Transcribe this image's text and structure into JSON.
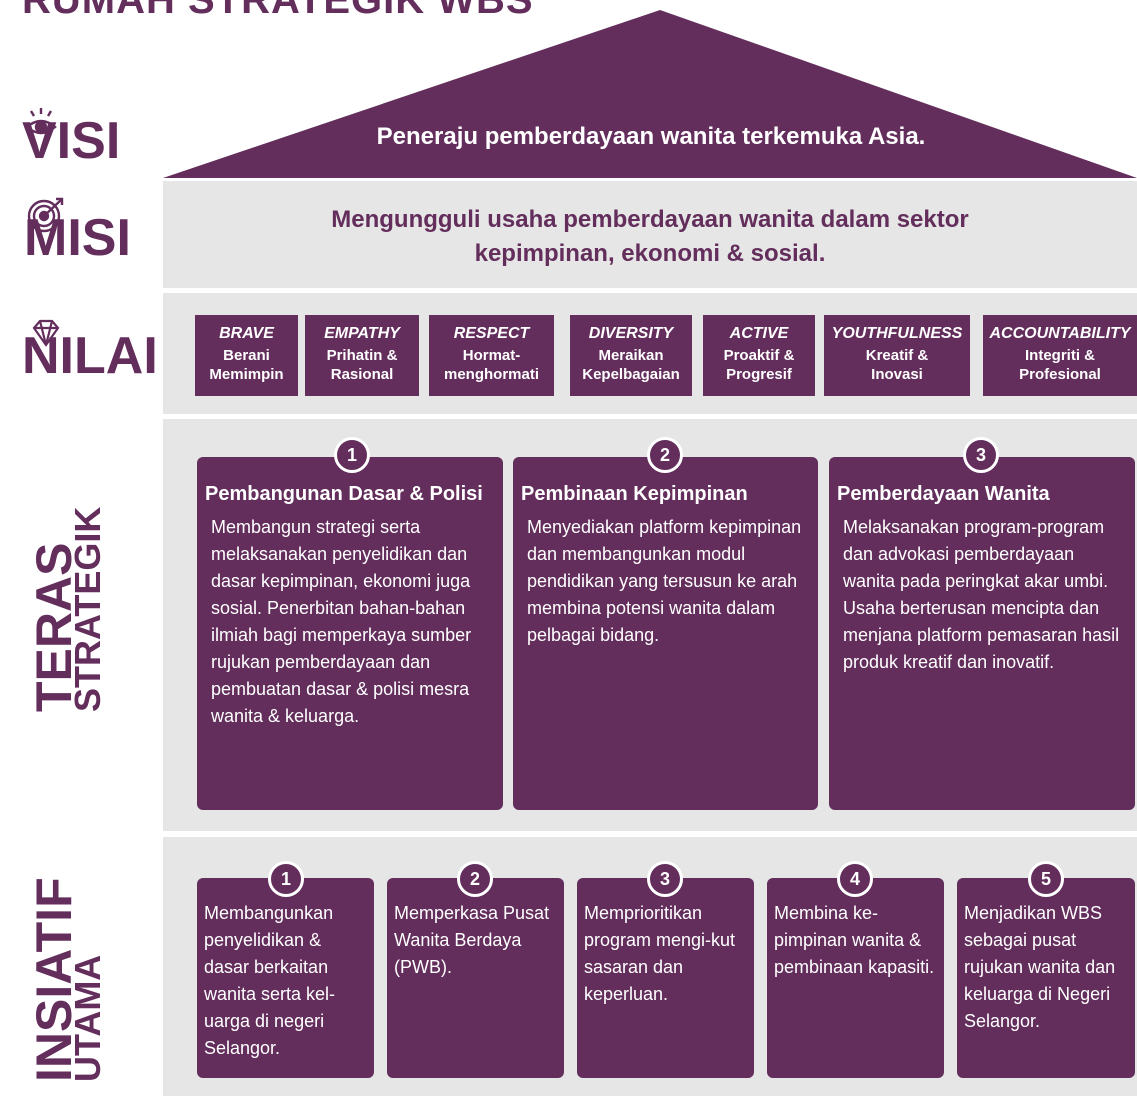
{
  "header": {
    "title": "RUMAH STRATEGIK WBS"
  },
  "visi": {
    "label": "VISI",
    "text": "Peneraju pemberdayaan wanita terkemuka Asia."
  },
  "misi": {
    "label": "MISI",
    "line1": "Mengungguli usaha pemberdayaan wanita dalam sektor",
    "line2": "kepimpinan, ekonomi & sosial."
  },
  "nilai": {
    "label": "NILAI",
    "items": [
      {
        "en": "BRAVE",
        "ms": "Berani\nMemimpin"
      },
      {
        "en": "EMPATHY",
        "ms": "Prihatin &\nRasional"
      },
      {
        "en": "RESPECT",
        "ms": "Hormat-\nmenghormati"
      },
      {
        "en": "DIVERSITY",
        "ms": "Meraikan\nKepelbagaian"
      },
      {
        "en": "ACTIVE",
        "ms": "Proaktif &\nProgresif"
      },
      {
        "en": "YOUTHFULNESS",
        "ms": "Kreatif &\nInovasi"
      },
      {
        "en": "ACCOUNTABILITY",
        "ms": "Integriti &\nProfesional"
      }
    ]
  },
  "teras": {
    "label_big": "TERAS",
    "label_small": "STRATEGIK",
    "items": [
      {
        "num": "1",
        "title": "Pembangunan Dasar & Polisi",
        "body": "Membangun strategi serta melaksanakan penyelidikan dan dasar kepimpinan, ekonomi juga sosial. Penerbitan bahan-bahan ilmiah bagi memperkaya sumber rujukan pemberdayaan dan pembuatan dasar & polisi mesra wanita & keluarga."
      },
      {
        "num": "2",
        "title": "Pembinaan Kepimpinan",
        "body": "Menyediakan platform kepimpinan dan membangunkan modul pendidikan yang tersusun ke arah membina potensi wanita dalam pelbagai bidang."
      },
      {
        "num": "3",
        "title": "Pemberdayaan Wanita",
        "body": "Melaksanakan program-program dan advokasi pemberdayaan wanita pada peringkat akar umbi. Usaha berterusan mencipta dan menjana platform pemasaran hasil produk kreatif dan inovatif."
      }
    ]
  },
  "insiatif": {
    "label_big": "INSIATIF",
    "label_small": "UTAMA",
    "items": [
      {
        "num": "1",
        "body": "Membangunkan penyelidikan & dasar berkaitan wanita serta kel-uarga di negeri Selangor."
      },
      {
        "num": "2",
        "body": "Memperkasa Pusat Wanita Berdaya (PWB)."
      },
      {
        "num": "3",
        "body": "Memprioritikan program mengi-kut sasaran dan keperluan."
      },
      {
        "num": "4",
        "body": "Membina ke-pimpinan wanita & pembinaan kapasiti."
      },
      {
        "num": "5",
        "body": "Menjadikan WBS sebagai pusat rujukan wanita dan keluarga di Negeri Selangor."
      }
    ]
  },
  "icons": {
    "visi": "eye-icon",
    "misi": "target-icon",
    "nilai": "diamond-icon"
  },
  "colors": {
    "primary": "#632d5c",
    "band": "#e6e6e6"
  }
}
